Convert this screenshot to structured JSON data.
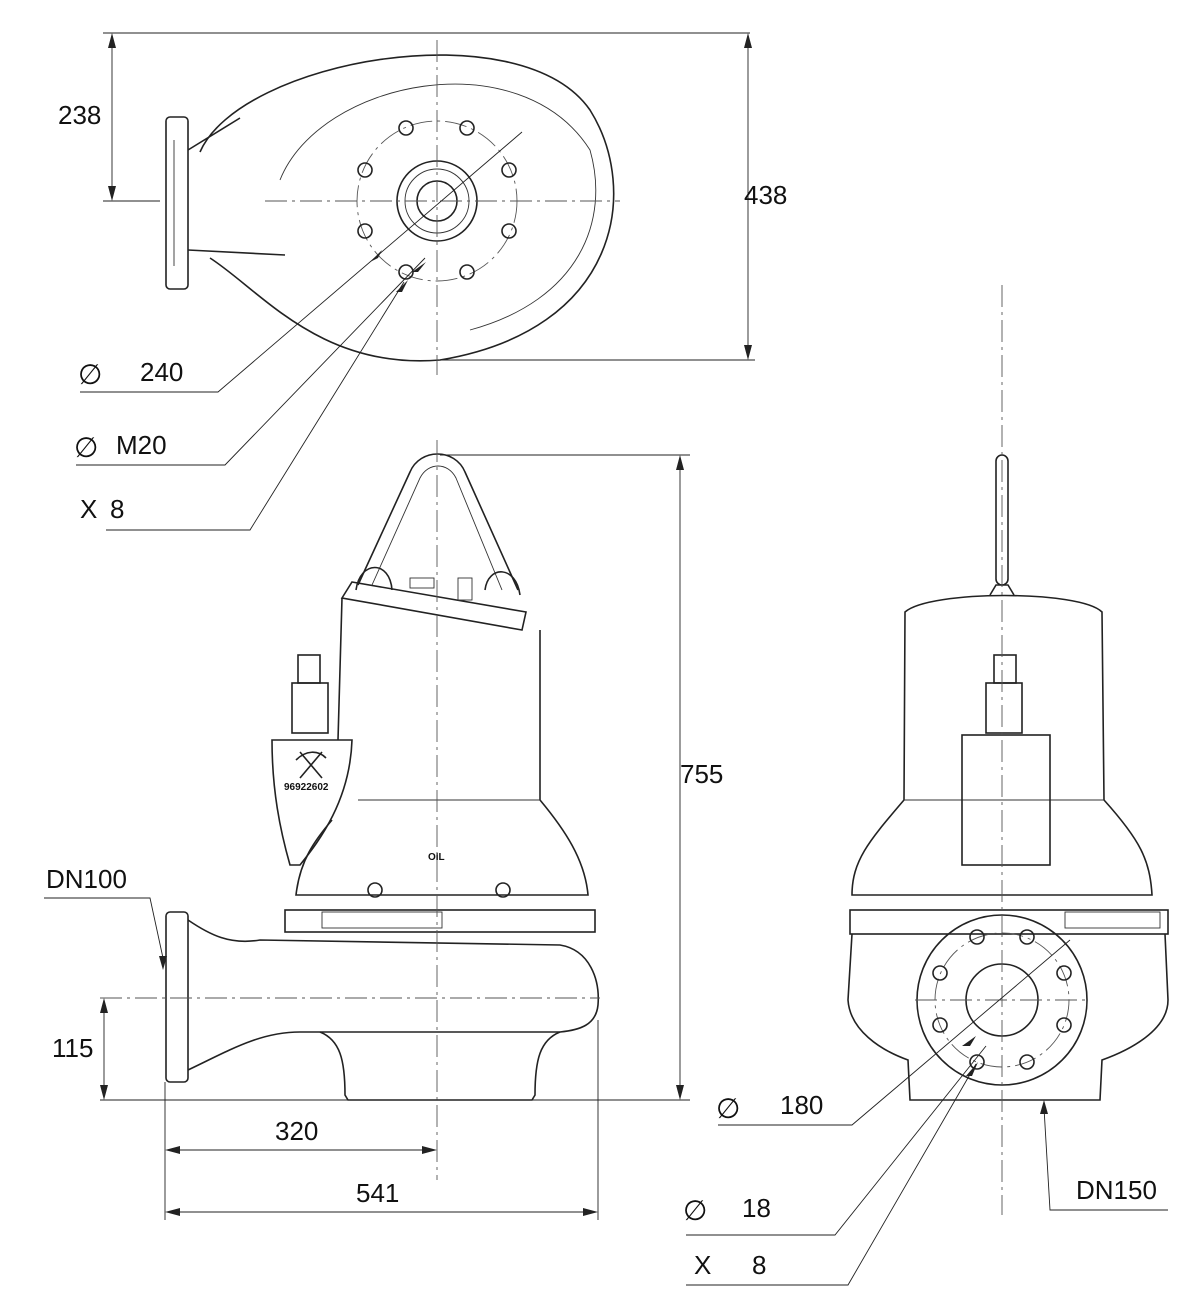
{
  "top_view": {
    "dim_height_partial": "238",
    "dim_height_total": "438",
    "bolt_circle": {
      "symbol": "∅",
      "value": "240"
    },
    "thread": {
      "symbol": "∅",
      "value": "M20"
    },
    "count": {
      "symbol": "X",
      "value": "8"
    }
  },
  "side_view": {
    "dim_height": "755",
    "outlet_label": "DN100",
    "dim_outlet_height": "115",
    "dim_outlet_to_center": "320",
    "dim_total_length": "541",
    "plate_number": "96922602",
    "oil_label": "OIL"
  },
  "front_view": {
    "flange_bolt_circle": {
      "symbol": "∅",
      "value": "180"
    },
    "hole_diameter": {
      "symbol": "∅",
      "value": "18"
    },
    "hole_count": {
      "symbol": "X",
      "value": "8"
    },
    "flange_label": "DN150"
  }
}
